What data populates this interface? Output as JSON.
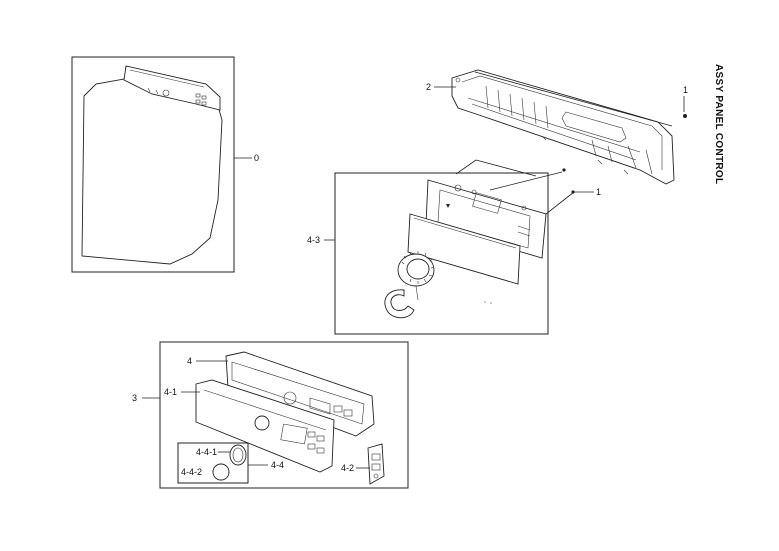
{
  "title": "ASSY PANEL CONTROL",
  "callouts": {
    "c0": "0",
    "c1a": "1",
    "c1b": "1",
    "c2": "2",
    "c3": "3",
    "c4": "4",
    "c4_1": "4-1",
    "c4_2": "4-2",
    "c4_3": "4-3",
    "c4_4": "4-4",
    "c4_4_1": "4-4-1",
    "c4_4_2": "4-4-2"
  }
}
